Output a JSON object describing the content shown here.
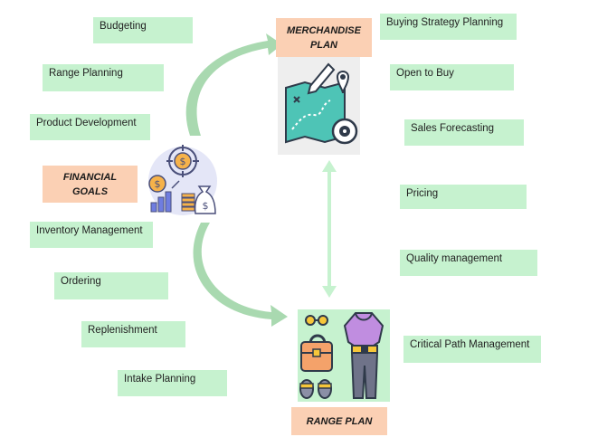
{
  "left_items": [
    "Budgeting",
    "Range Planning",
    "Product Development",
    "Inventory Management",
    "Ordering",
    "Replenishment",
    "Intake Planning"
  ],
  "right_items": [
    "Buying Strategy Planning",
    "Open to Buy",
    "Sales Forecasting",
    "Pricing",
    "Quality management",
    "Critical Path Management"
  ],
  "financial_goals": {
    "line1": "FINANCIAL",
    "line2": "GOALS"
  },
  "merchandise_plan": {
    "line1": "MERCHANDISE",
    "line2": "PLAN"
  },
  "range_plan": {
    "label": "RANGE PLAN"
  },
  "icons": {
    "financial": "money-growth-icon",
    "merchandise": "strategy-map-icon",
    "range": "fashion-items-icon"
  },
  "colors": {
    "tag_green": "#c6f2cf",
    "core_peach": "#fbd0b4",
    "arrow_green": "#a9d9b0",
    "icon_bg": "#eeeeee"
  }
}
